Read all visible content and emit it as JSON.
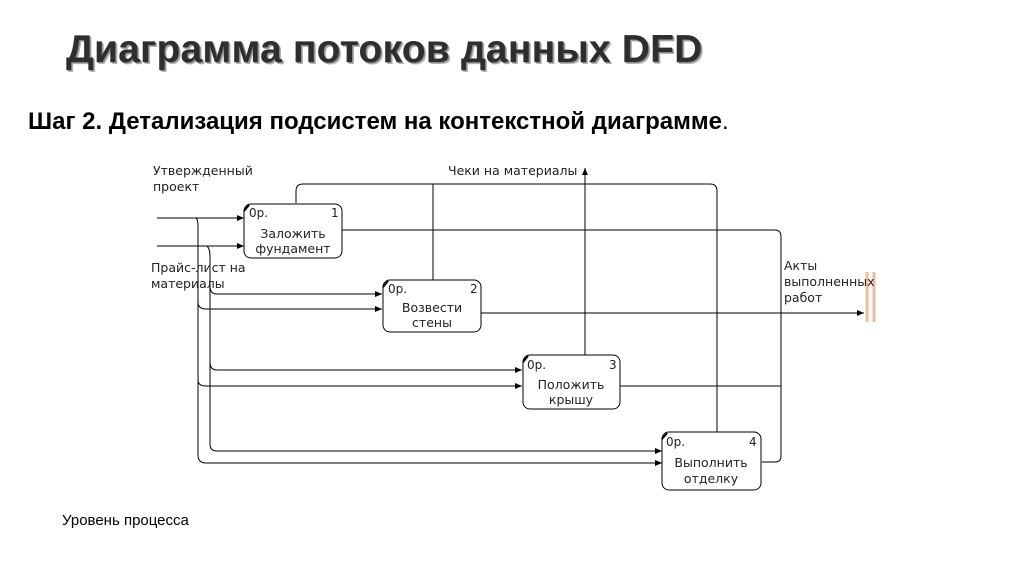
{
  "page": {
    "title": "Диаграмма потоков данных DFD",
    "subtitle_bold": "Шаг 2. Детализация подсистем на контекстной диаграмме",
    "subtitle_tail": ".",
    "footer": "Уровень процесса"
  },
  "diagram": {
    "labels": {
      "in1_line1": "Утвержденный",
      "in1_line2": "проект",
      "in2_line1": "Прайс-лист на",
      "in2_line2": "материалы",
      "top_out": "Чеки на материалы",
      "out_line1": "Акты",
      "out_line2": "выполненных",
      "out_line3": "работ"
    },
    "processes": [
      {
        "cost": "0р.",
        "num": "1",
        "line1": "Заложить",
        "line2": "фундамент"
      },
      {
        "cost": "0р.",
        "num": "2",
        "line1": "Возвести",
        "line2": "стены"
      },
      {
        "cost": "0р.",
        "num": "3",
        "line1": "Положить",
        "line2": "крышу"
      },
      {
        "cost": "0р.",
        "num": "4",
        "line1": "Выполнить",
        "line2": "отделку"
      }
    ]
  }
}
